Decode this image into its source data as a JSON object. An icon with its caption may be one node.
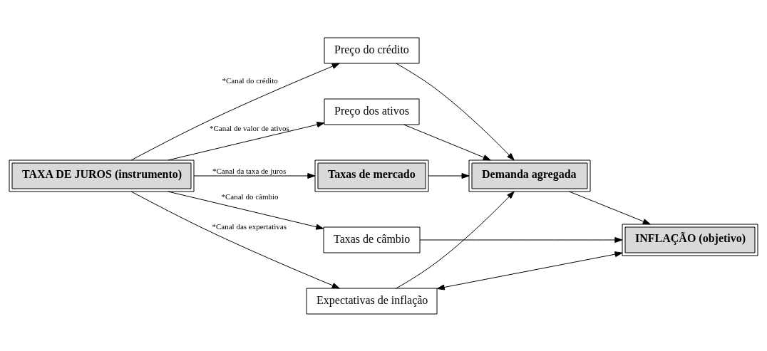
{
  "diagram": {
    "nodes": [
      {
        "text": [
          "TAXA DE JUROS (instrumento)"
        ]
      },
      {
        "text": [
          "Preço do crédito"
        ]
      },
      {
        "text": [
          "Preço dos ativos"
        ]
      },
      {
        "text": [
          "Taxas de mercado"
        ]
      },
      {
        "text": [
          "Taxas de câmbio"
        ]
      },
      {
        "text": [
          "Expectativas de inflação"
        ]
      },
      {
        "text": [
          "Demanda agregada"
        ]
      },
      {
        "text": [
          "INFLAÇÃO (objetivo)"
        ]
      }
    ],
    "edges": [
      {
        "from": 0,
        "to": 1,
        "arrow": "to",
        "label": "*Canal do crédito"
      },
      {
        "from": 0,
        "to": 2,
        "arrow": "to",
        "label": "*Canal de valor de ativos"
      },
      {
        "from": 0,
        "to": 3,
        "arrow": "to",
        "label": "*Canal da taxa de juros"
      },
      {
        "from": 0,
        "to": 4,
        "arrow": "to",
        "label": "*Canal do câmbio"
      },
      {
        "from": 0,
        "to": 5,
        "arrow": "to",
        "label": "*Canal das expertativas"
      },
      {
        "from": 1,
        "to": 6,
        "arrow": "to"
      },
      {
        "from": 2,
        "to": 6,
        "arrow": "to"
      },
      {
        "from": 3,
        "to": 6,
        "arrow": "to"
      },
      {
        "from": 6,
        "to": 7,
        "arrow": "to"
      },
      {
        "from": 4,
        "to": 7,
        "arrow": "to"
      },
      {
        "from": 5,
        "to": 6,
        "arrow": "to"
      },
      {
        "from": 5,
        "to": 7,
        "arrow": "both"
      }
    ]
  }
}
